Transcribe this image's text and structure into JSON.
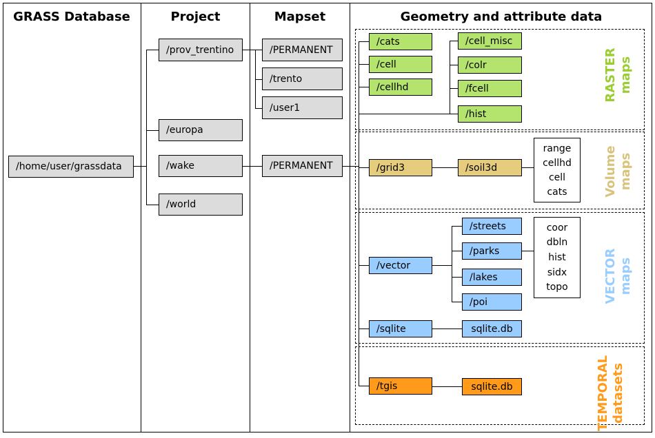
{
  "columns": {
    "database": "GRASS Database",
    "project": "Project",
    "mapset": "Mapset",
    "geometry": "Geometry and attribute data"
  },
  "database_path": "/home/user/grassdata",
  "projects": [
    "/prov_trentino",
    "/europa",
    "/wake",
    "/world"
  ],
  "mapsets_trentino": [
    "/PERMANENT",
    "/trento",
    "/user1"
  ],
  "mapset_wake": "/PERMANENT",
  "raster": {
    "left": [
      "/cats",
      "/cell",
      "/cellhd"
    ],
    "right": [
      "/cell_misc",
      "/colr",
      "/fcell",
      "/hist"
    ],
    "label_1": "RASTER",
    "label_2": "maps",
    "color": "#9acd32"
  },
  "volume": {
    "grid3": "/grid3",
    "soil3d": "/soil3d",
    "files": [
      "range",
      "cellhd",
      "cell",
      "cats"
    ],
    "label_1": "Volume",
    "label_2": "maps",
    "color": "#d9c27a"
  },
  "vector": {
    "vector": "/vector",
    "maps": [
      "/streets",
      "/parks",
      "/lakes",
      "/poi"
    ],
    "files": [
      "coor",
      "dbln",
      "hist",
      "sidx",
      "topo"
    ],
    "sqlite": "/sqlite",
    "sqlite_db": "sqlite.db",
    "label_1": "VECTOR",
    "label_2": "maps",
    "color": "#99ccff"
  },
  "temporal": {
    "tgis": "/tgis",
    "sqlite_db": "sqlite.db",
    "label_1": "TEMPORAL",
    "label_2": "datasets",
    "color": "#ff9a1a"
  }
}
